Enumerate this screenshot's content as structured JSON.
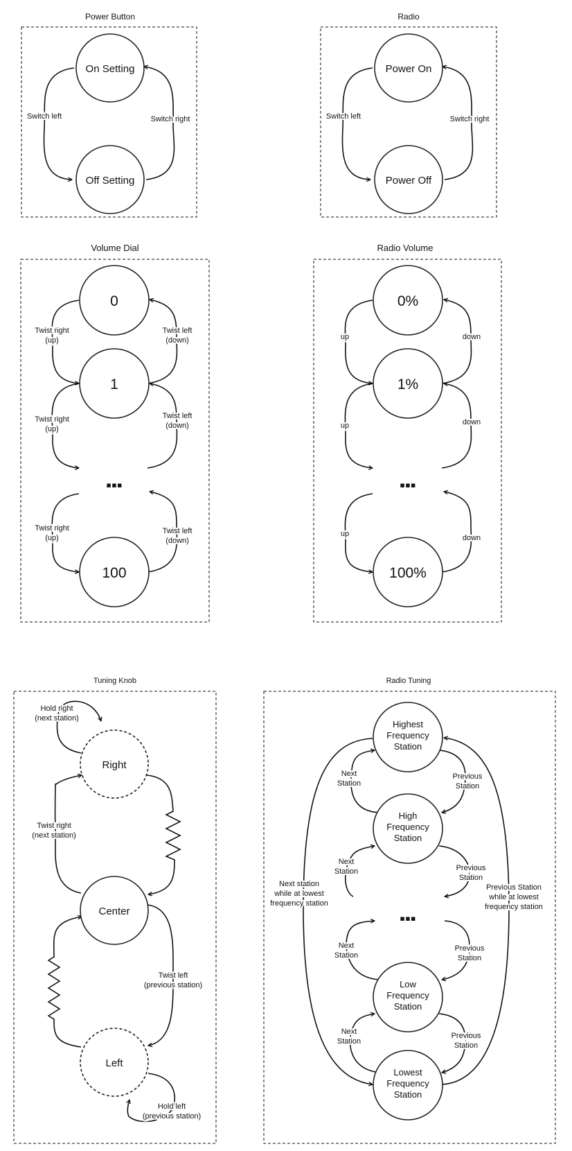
{
  "power_button": {
    "title": "Power Button",
    "on": "On Setting",
    "off": "Off Setting",
    "left_edge": "Switch left",
    "right_edge": "Switch right"
  },
  "radio": {
    "title": "Radio",
    "on": "Power On",
    "off": "Power Off",
    "left_edge": "Switch left",
    "right_edge": "Switch right"
  },
  "volume_dial": {
    "title": "Volume Dial",
    "states": [
      "0",
      "1",
      "▪▪▪",
      "100"
    ],
    "up_l1": "Twist right",
    "up_l2": "(up)",
    "down_l1": "Twist left",
    "down_l2": "(down)"
  },
  "radio_volume": {
    "title": "Radio Volume",
    "states": [
      "0%",
      "1%",
      "▪▪▪",
      "100%"
    ],
    "up": "up",
    "down": "down"
  },
  "tuning_knob": {
    "title": "Tuning Knob",
    "right": "Right",
    "center": "Center",
    "left": "Left",
    "hold_right_l1": "Hold right",
    "hold_right_l2": "(next station)",
    "twist_right_l1": "Twist right",
    "twist_right_l2": "(next station)",
    "twist_left_l1": "Twist left",
    "twist_left_l2": "(previous station)",
    "hold_left_l1": "Hold left",
    "hold_left_l2": "(previous station)"
  },
  "radio_tuning": {
    "title": "Radio Tuning",
    "highest": [
      "Highest",
      "Frequency",
      "Station"
    ],
    "high": [
      "High",
      "Frequency",
      "Station"
    ],
    "dots": "▪▪▪",
    "low": [
      "Low",
      "Frequency",
      "Station"
    ],
    "lowest": [
      "Lowest",
      "Frequency",
      "Station"
    ],
    "next_l1": "Next",
    "next_l2": "Station",
    "prev_l1": "Previous",
    "prev_l2": "Station",
    "wrap_next": [
      "Next station",
      "while at lowest",
      "frequency station"
    ],
    "wrap_prev": [
      "Previous Station",
      "while at lowest",
      "frequency station"
    ]
  }
}
